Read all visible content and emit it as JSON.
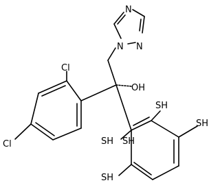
{
  "structure": {
    "atom_labels": {
      "n1": "N",
      "n2": "N",
      "n4": "N",
      "cl2": "Cl",
      "cl4": "Cl",
      "oh": "OH",
      "sh_c2": "SH",
      "sh_c3": "SH",
      "sh_top": "SH",
      "sh_right": "SH",
      "sh_bottom": "SH"
    }
  }
}
